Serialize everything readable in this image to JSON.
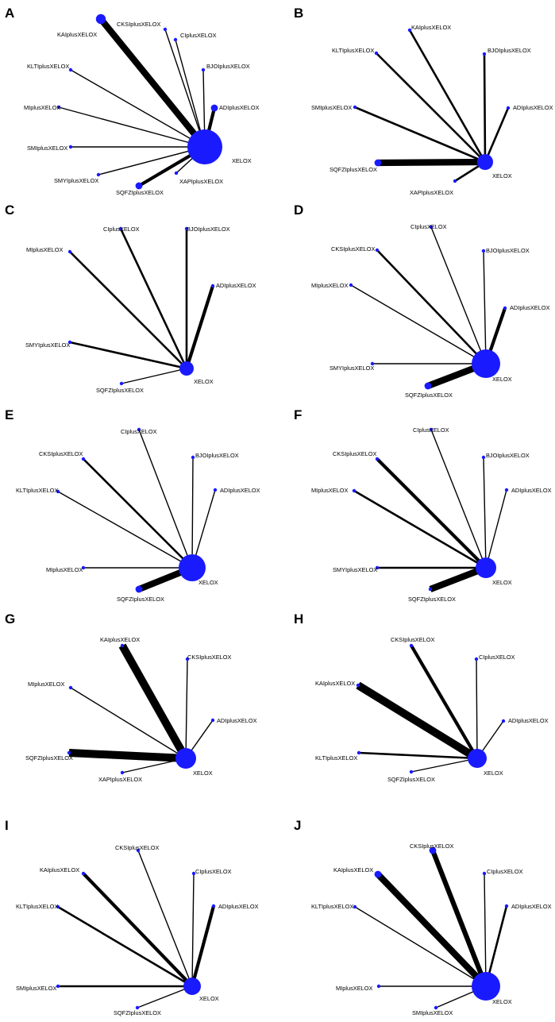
{
  "colors": {
    "edge": "#000000",
    "node": "#1a1aff",
    "background": "#ffffff"
  },
  "panels": [
    {
      "letter": "A",
      "center": "XELOX",
      "nodes": [
        {
          "label": "KAIplusXELOX",
          "size": 3,
          "edge": 5
        },
        {
          "label": "CKSIplusXELOX",
          "size": 1,
          "edge": 1
        },
        {
          "label": "CIplusXELOX",
          "size": 1,
          "edge": 1
        },
        {
          "label": "BJOIplusXELOX",
          "size": 1,
          "edge": 1
        },
        {
          "label": "KLTIplusXELOX",
          "size": 1,
          "edge": 1
        },
        {
          "label": "ADIplusXELOX",
          "size": 2,
          "edge": 3
        },
        {
          "label": "MIplusXELOX",
          "size": 1,
          "edge": 1
        },
        {
          "label": "SMIplusXELOX",
          "size": 1,
          "edge": 1
        },
        {
          "label": "SMYIplusXELOX",
          "size": 1,
          "edge": 1
        },
        {
          "label": "SQFZIplusXELOX",
          "size": 2,
          "edge": 3
        },
        {
          "label": "XAPIplusXELOX",
          "size": 1,
          "edge": 1
        }
      ]
    },
    {
      "letter": "B",
      "center": "XELOX",
      "nodes": [
        {
          "label": "KAIplusXELOX",
          "size": 1,
          "edge": 2
        },
        {
          "label": "KLTIplusXELOX",
          "size": 1,
          "edge": 2
        },
        {
          "label": "BJOIplusXELOX",
          "size": 1,
          "edge": 2
        },
        {
          "label": "ADIplusXELOX",
          "size": 1,
          "edge": 2
        },
        {
          "label": "SMIplusXELOX",
          "size": 1,
          "edge": 2
        },
        {
          "label": "SQFZIplusXELOX",
          "size": 2,
          "edge": 5
        },
        {
          "label": "XAPIplusXELOX",
          "size": 1,
          "edge": 2
        }
      ]
    },
    {
      "letter": "C",
      "center": "XELOX",
      "nodes": [
        {
          "label": "CIplusXELOX",
          "size": 1,
          "edge": 2
        },
        {
          "label": "BJOIplusXELOX",
          "size": 1,
          "edge": 2
        },
        {
          "label": "MIplusXELOX",
          "size": 1,
          "edge": 2
        },
        {
          "label": "ADIplusXELOX",
          "size": 1,
          "edge": 3
        },
        {
          "label": "SMYIplusXELOX",
          "size": 1,
          "edge": 2
        },
        {
          "label": "SQFZIplusXELOX",
          "size": 1,
          "edge": 1
        }
      ]
    },
    {
      "letter": "D",
      "center": "XELOX",
      "nodes": [
        {
          "label": "CIplusXELOX",
          "size": 1,
          "edge": 1
        },
        {
          "label": "CKSIplusXELOX",
          "size": 1,
          "edge": 2
        },
        {
          "label": "BJOIplusXELOX",
          "size": 1,
          "edge": 1
        },
        {
          "label": "MIplusXELOX",
          "size": 1,
          "edge": 1
        },
        {
          "label": "ADIplusXELOX",
          "size": 1,
          "edge": 3
        },
        {
          "label": "SMYIplusXELOX",
          "size": 1,
          "edge": 1
        },
        {
          "label": "SQFZIplusXELOX",
          "size": 2,
          "edge": 5
        }
      ]
    },
    {
      "letter": "E",
      "center": "XELOX",
      "nodes": [
        {
          "label": "CIplusXELOX",
          "size": 1,
          "edge": 1
        },
        {
          "label": "CKSIplusXELOX",
          "size": 1,
          "edge": 2
        },
        {
          "label": "BJOIplusXELOX",
          "size": 1,
          "edge": 1
        },
        {
          "label": "KLTIplusXELOX",
          "size": 1,
          "edge": 1
        },
        {
          "label": "ADIplusXELOX",
          "size": 1,
          "edge": 1
        },
        {
          "label": "MIplusXELOX",
          "size": 1,
          "edge": 1
        },
        {
          "label": "SQFZIplusXELOX",
          "size": 2,
          "edge": 5
        }
      ]
    },
    {
      "letter": "F",
      "center": "XELOX",
      "nodes": [
        {
          "label": "CIplusXELOX",
          "size": 1,
          "edge": 1
        },
        {
          "label": "CKSIplusXELOX",
          "size": 1,
          "edge": 3
        },
        {
          "label": "BJOIplusXELOX",
          "size": 1,
          "edge": 1
        },
        {
          "label": "MIplusXELOX",
          "size": 1,
          "edge": 2
        },
        {
          "label": "ADIplusXELOX",
          "size": 1,
          "edge": 1
        },
        {
          "label": "SMYIplusXELOX",
          "size": 1,
          "edge": 2
        },
        {
          "label": "SQFZIplusXELOX",
          "size": 1,
          "edge": 5
        }
      ]
    },
    {
      "letter": "G",
      "center": "XELOX",
      "nodes": [
        {
          "label": "KAIplusXELOX",
          "size": 1,
          "edge": 6
        },
        {
          "label": "CKSIplusXELOX",
          "size": 1,
          "edge": 1
        },
        {
          "label": "MIplusXELOX",
          "size": 1,
          "edge": 1
        },
        {
          "label": "ADIplusXELOX",
          "size": 1,
          "edge": 1
        },
        {
          "label": "SQFZIplusXELOX",
          "size": 1,
          "edge": 6
        },
        {
          "label": "XAPIplusXELOX",
          "size": 1,
          "edge": 1
        }
      ]
    },
    {
      "letter": "H",
      "center": "XELOX",
      "nodes": [
        {
          "label": "CKSIplusXELOX",
          "size": 1,
          "edge": 3
        },
        {
          "label": "CIplusXELOX",
          "size": 1,
          "edge": 1
        },
        {
          "label": "KAIplusXELOX",
          "size": 1,
          "edge": 6
        },
        {
          "label": "ADIplusXELOX",
          "size": 1,
          "edge": 1
        },
        {
          "label": "KLTIplusXELOX",
          "size": 1,
          "edge": 2
        },
        {
          "label": "SQFZIplusXELOX",
          "size": 1,
          "edge": 1
        }
      ]
    },
    {
      "letter": "I",
      "center": "XELOX",
      "nodes": [
        {
          "label": "CKSIplusXELOX",
          "size": 1,
          "edge": 1
        },
        {
          "label": "KAIplusXELOX",
          "size": 1,
          "edge": 3
        },
        {
          "label": "CIplusXELOX",
          "size": 1,
          "edge": 1
        },
        {
          "label": "KLTIplusXELOX",
          "size": 1,
          "edge": 2
        },
        {
          "label": "ADIplusXELOX",
          "size": 1,
          "edge": 3
        },
        {
          "label": "SMIplusXELOX",
          "size": 1,
          "edge": 2
        },
        {
          "label": "SQFZIplusXELOX",
          "size": 1,
          "edge": 1
        }
      ]
    },
    {
      "letter": "J",
      "center": "XELOX",
      "nodes": [
        {
          "label": "CKSIplusXELOX",
          "size": 2,
          "edge": 4
        },
        {
          "label": "KAIplusXELOX",
          "size": 2,
          "edge": 5
        },
        {
          "label": "CIplusXELOX",
          "size": 1,
          "edge": 1
        },
        {
          "label": "KLTIplusXELOX",
          "size": 1,
          "edge": 1
        },
        {
          "label": "ADIplusXELOX",
          "size": 1,
          "edge": 2
        },
        {
          "label": "MIplusXELOX",
          "size": 1,
          "edge": 1
        },
        {
          "label": "SMIplusXELOX",
          "size": 1,
          "edge": 1
        }
      ]
    }
  ]
}
